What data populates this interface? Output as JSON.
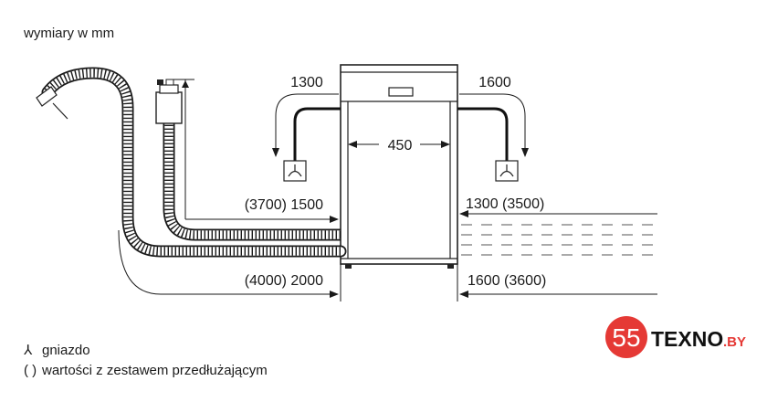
{
  "units_note": "wymiary w mm",
  "dimensions": {
    "left_top": "1300",
    "right_top": "1600",
    "width": "450",
    "left_mid": "(3700) 1500",
    "right_mid": "1300 (3500)",
    "left_bottom": "(4000) 2000",
    "right_bottom": "1600 (3600)"
  },
  "legend": {
    "socket": "gniazdo",
    "socket_symbol": "⅄",
    "brackets_symbol": "( )",
    "brackets": "wartości z zestawem przedłużającym"
  },
  "logo": {
    "number": "55",
    "name": "TEXNO",
    "suffix": ".BY",
    "badge_color": "#e53935"
  }
}
